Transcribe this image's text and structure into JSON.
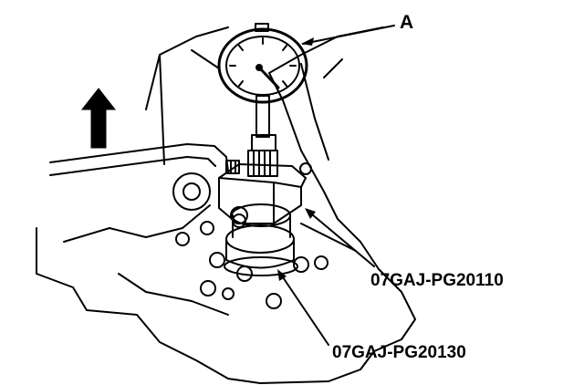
{
  "labels": {
    "gauge": "A",
    "tool_upper": "07GAJ-PG20110",
    "tool_lower": "07GAJ-PG20130"
  },
  "icons": {
    "direction_arrow": "up-arrow-icon"
  },
  "colors": {
    "ink": "#000000",
    "paper": "#ffffff"
  }
}
